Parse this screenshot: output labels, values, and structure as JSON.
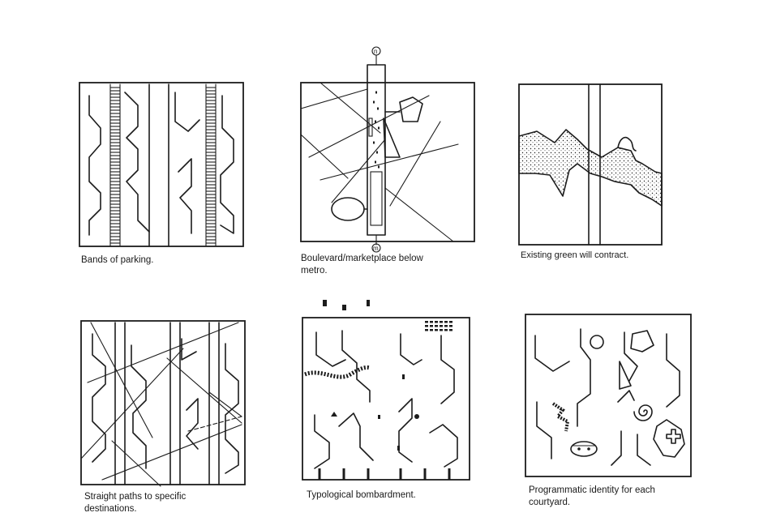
{
  "captions": {
    "p1": "Bands of parking.",
    "p2_line1": "Boulevard/marketplace below",
    "p2_line2": "metro.",
    "p3": "Existing green will contract.",
    "p4_line1": "Straight paths to specific",
    "p4_line2": "destinations.",
    "p5": "Typological bombardment.",
    "p6_line1": "Programmatic identity for each",
    "p6_line2": "courtyard."
  },
  "markers": {
    "north": "n",
    "south": "m"
  }
}
